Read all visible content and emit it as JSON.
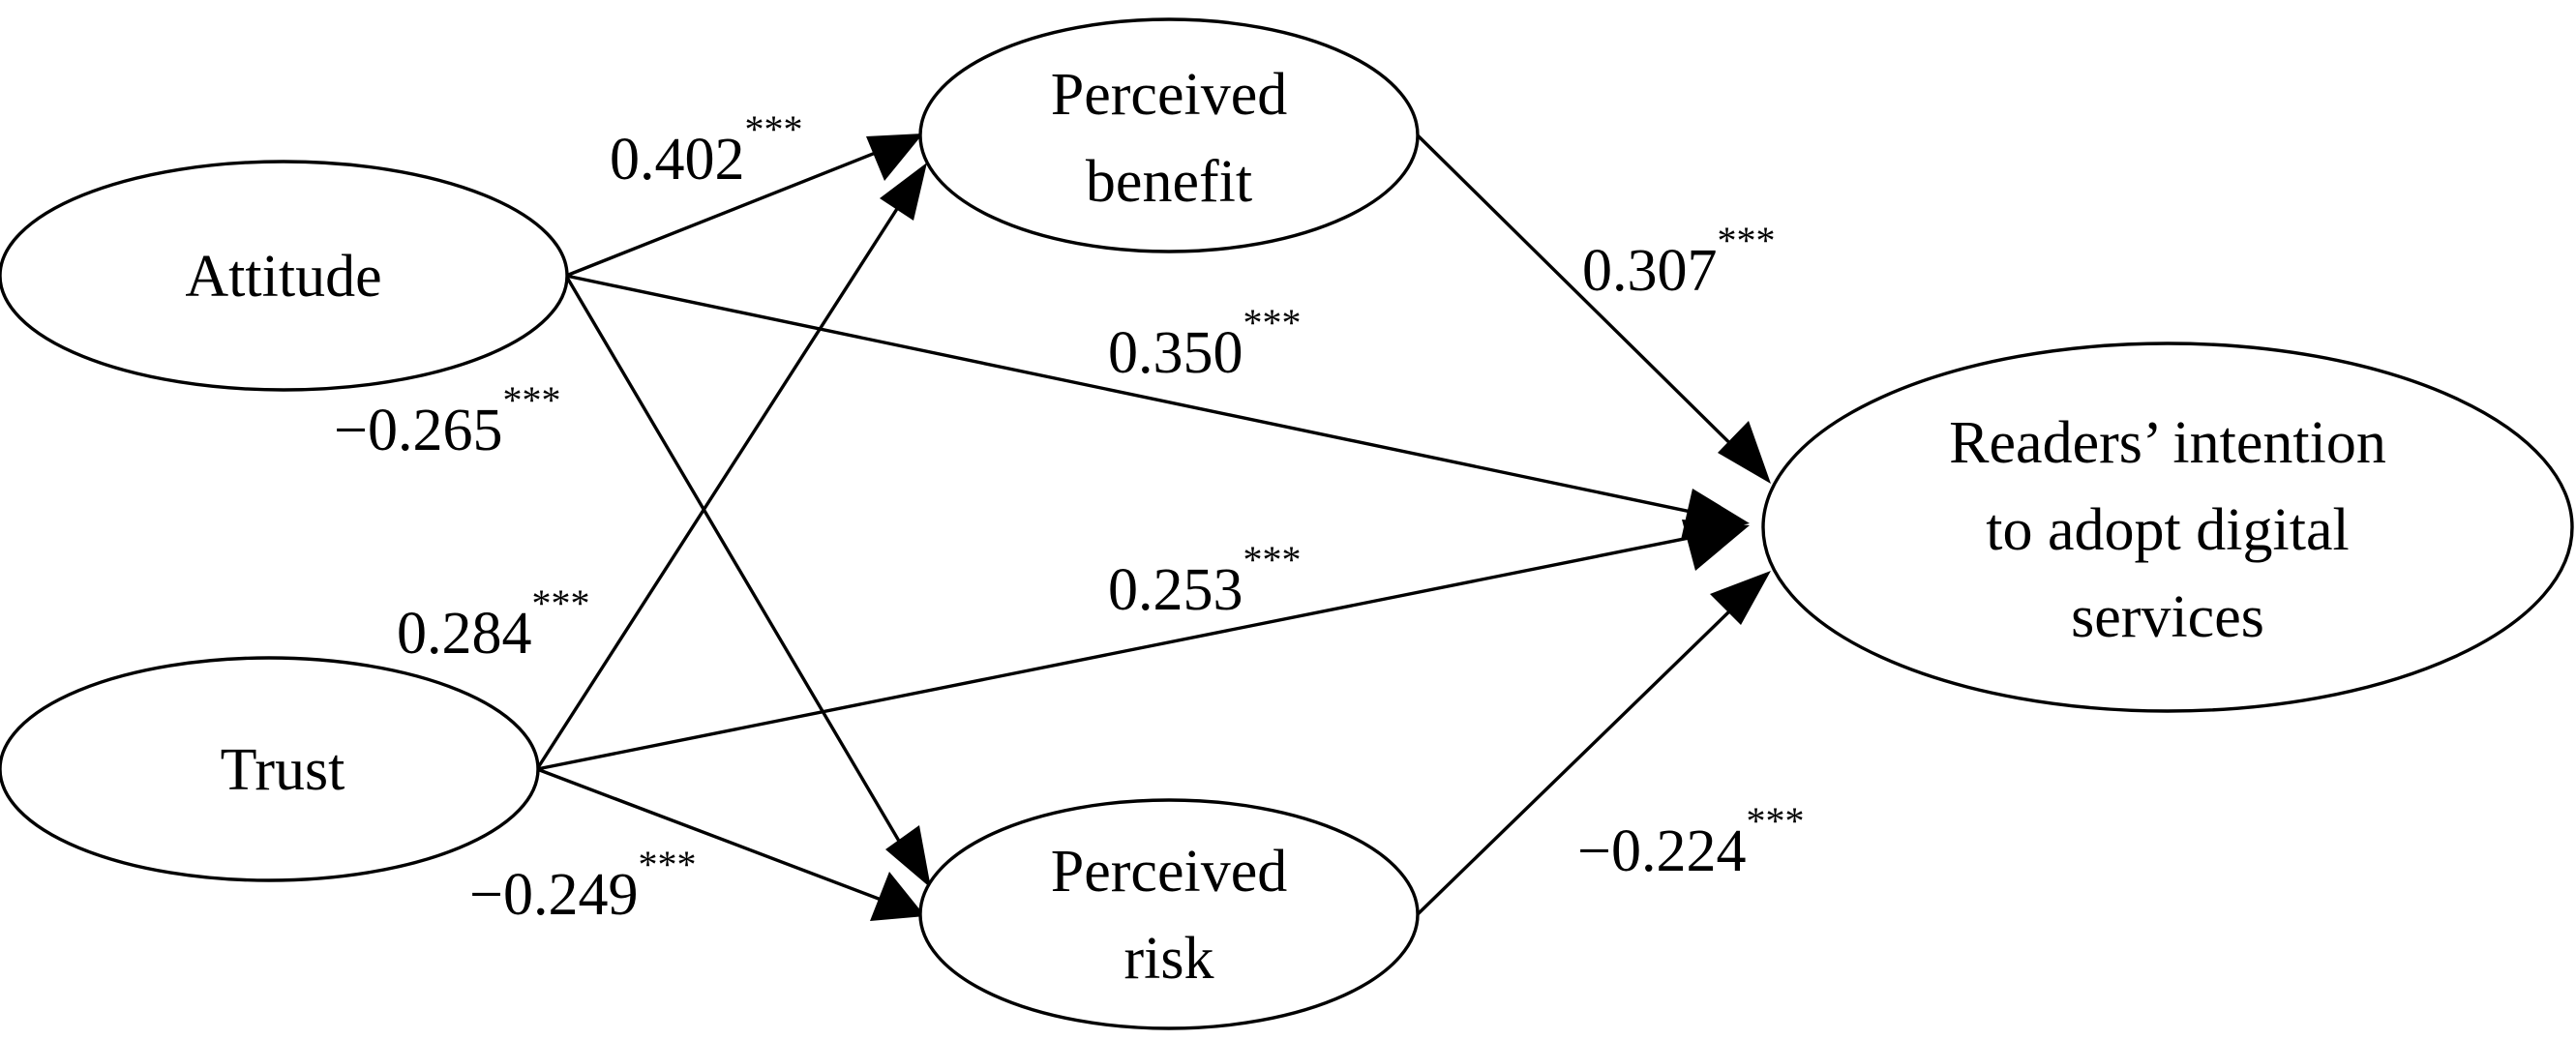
{
  "nodes": {
    "attitude": {
      "lines": [
        "Attitude"
      ]
    },
    "trust": {
      "lines": [
        "Trust"
      ]
    },
    "benefit": {
      "lines": [
        "Perceived",
        "benefit"
      ]
    },
    "risk": {
      "lines": [
        "Perceived",
        "risk"
      ]
    },
    "intention": {
      "lines": [
        "Readers’ intention",
        "to adopt digital",
        "services"
      ]
    }
  },
  "edges": {
    "attitude_benefit": {
      "from": "Attitude",
      "to": "Perceived benefit",
      "value": "0.402",
      "significance": "***"
    },
    "attitude_risk": {
      "from": "Attitude",
      "to": "Perceived risk",
      "value": "−0.265",
      "significance": "***"
    },
    "attitude_intention": {
      "from": "Attitude",
      "to": "Readers’ intention to adopt digital services",
      "value": "0.350",
      "significance": "***"
    },
    "trust_benefit": {
      "from": "Trust",
      "to": "Perceived benefit",
      "value": "0.284",
      "significance": "***"
    },
    "trust_risk": {
      "from": "Trust",
      "to": "Perceived risk",
      "value": "−0.249",
      "significance": "***"
    },
    "trust_intention": {
      "from": "Trust",
      "to": "Readers’ intention to adopt digital services",
      "value": "0.253",
      "significance": "***"
    },
    "benefit_intention": {
      "from": "Perceived benefit",
      "to": "Readers’ intention to adopt digital services",
      "value": "0.307",
      "significance": "***"
    },
    "risk_intention": {
      "from": "Perceived risk",
      "to": "Readers’ intention to adopt digital services",
      "value": "−0.224",
      "significance": "***"
    }
  }
}
